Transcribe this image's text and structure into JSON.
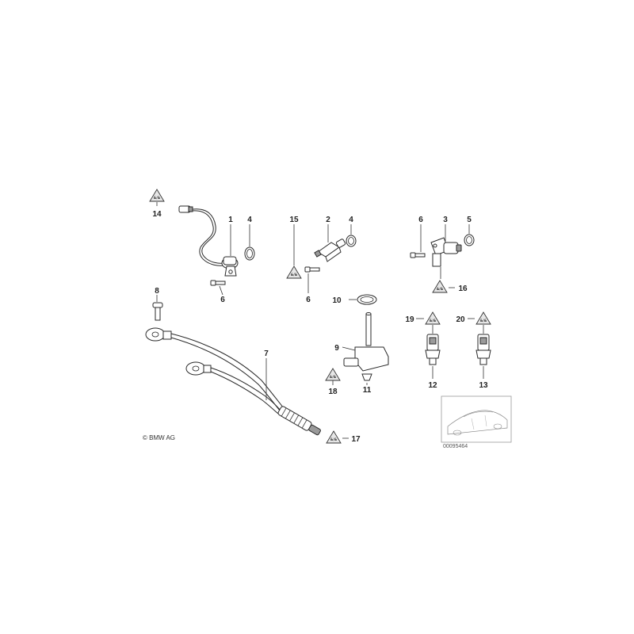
{
  "copyright": "© BMW AG",
  "diagram_id": "00095464",
  "callouts": {
    "c1": "1",
    "c2": "2",
    "c3": "3",
    "c4a": "4",
    "c4b": "4",
    "c5": "5",
    "c6a": "6",
    "c6b": "6",
    "c6c": "6",
    "c7": "7",
    "c8": "8",
    "c9": "9",
    "c10": "10",
    "c11": "11",
    "c12": "12",
    "c13": "13",
    "c14": "14",
    "c15": "15",
    "c16": "16",
    "c17": "17",
    "c18": "18",
    "c19": "19",
    "c20": "20"
  },
  "tool_symbols": {
    "t14": "&/&",
    "t15": "&/&",
    "t16": "&/&",
    "t17": "&/&",
    "t18": "&/&",
    "t19": "&/&",
    "t20": "&/&"
  }
}
